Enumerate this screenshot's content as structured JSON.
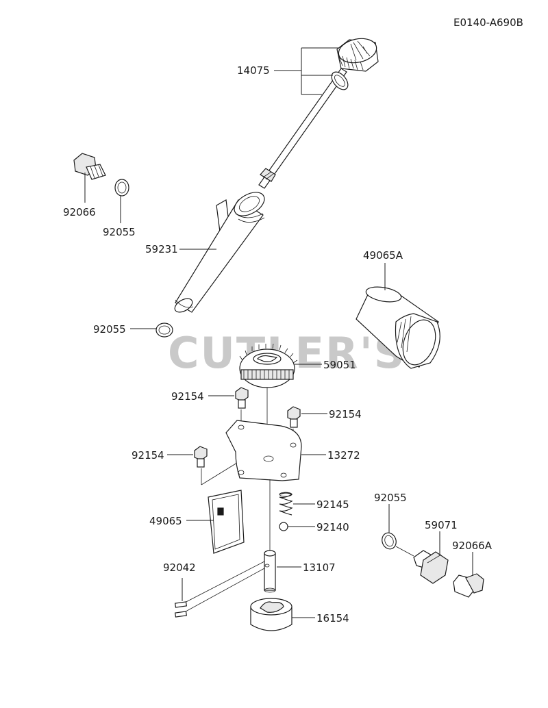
{
  "diagram_code": "E0140-A690B",
  "watermark": "CUTLER'S",
  "parts": [
    {
      "id": "p14075",
      "label": "14075"
    },
    {
      "id": "p92066",
      "label": "92066"
    },
    {
      "id": "p92055a",
      "label": "92055"
    },
    {
      "id": "p59231",
      "label": "59231"
    },
    {
      "id": "p49065A",
      "label": "49065A"
    },
    {
      "id": "p92055b",
      "label": "92055"
    },
    {
      "id": "p59051",
      "label": "59051"
    },
    {
      "id": "p92154a",
      "label": "92154"
    },
    {
      "id": "p92154b",
      "label": "92154"
    },
    {
      "id": "p92154c",
      "label": "92154"
    },
    {
      "id": "p13272",
      "label": "13272"
    },
    {
      "id": "p92145",
      "label": "92145"
    },
    {
      "id": "p92055c",
      "label": "92055"
    },
    {
      "id": "p49065",
      "label": "49065"
    },
    {
      "id": "p92140",
      "label": "92140"
    },
    {
      "id": "p59071",
      "label": "59071"
    },
    {
      "id": "p92066A",
      "label": "92066A"
    },
    {
      "id": "p92042",
      "label": "92042"
    },
    {
      "id": "p13107",
      "label": "13107"
    },
    {
      "id": "p16154",
      "label": "16154"
    }
  ]
}
